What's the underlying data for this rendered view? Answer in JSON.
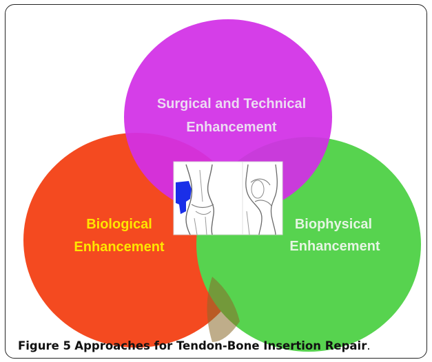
{
  "figure": {
    "number": "Figure 5",
    "title": "Approaches for Tendon-Bone Insertion Repair",
    "title_end": "."
  },
  "venn": {
    "top": {
      "line1": "Surgical and Technical",
      "line2": "Enhancement",
      "fill": "#d22fe6",
      "text_color": "#ecdcf2"
    },
    "left": {
      "line1": "Biological",
      "line2": "Enhancement",
      "fill": "#f44a20",
      "text_color": "#ffe600"
    },
    "right": {
      "line1": "Biophysical",
      "line2": "Enhancement",
      "fill": "#57d34f",
      "text_color": "#e6f5e3"
    }
  },
  "center_image": {
    "description_icon": "knee-joint-sketch-icon",
    "highlight_color": "#1a2fe8"
  }
}
